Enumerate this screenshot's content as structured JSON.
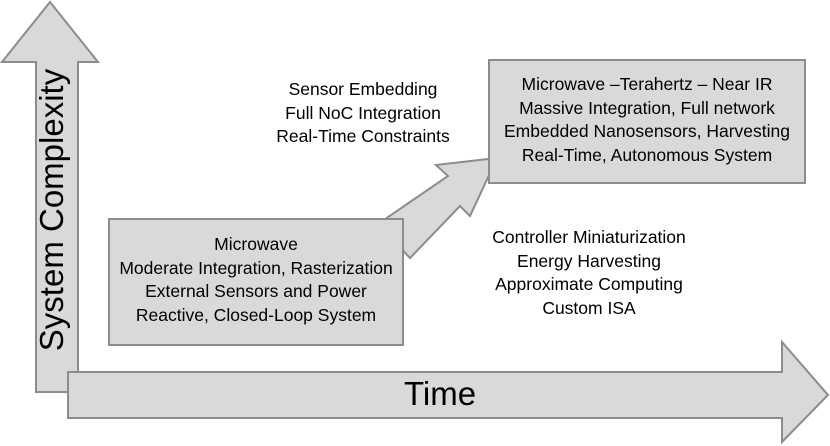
{
  "axes": {
    "y_label": "System Complexity",
    "x_label": "Time"
  },
  "stages": {
    "early": {
      "lines": [
        "Microwave",
        "Moderate Integration, Rasterization",
        "External Sensors and Power",
        "Reactive, Closed-Loop System"
      ]
    },
    "future": {
      "lines": [
        "Microwave –Terahertz – Near IR",
        "Massive Integration, Full network",
        "Embedded Nanosensors, Harvesting",
        "Real-Time, Autonomous System"
      ]
    }
  },
  "transitions": {
    "upper": {
      "lines": [
        "Sensor Embedding",
        "Full NoC Integration",
        "Real-Time Constraints"
      ]
    },
    "lower": {
      "lines": [
        "Controller Miniaturization",
        "Energy Harvesting",
        "Approximate Computing",
        "Custom ISA"
      ]
    }
  },
  "colors": {
    "fill": "#d9d9d9",
    "stroke": "#8c8c8c",
    "text": "#000000"
  }
}
